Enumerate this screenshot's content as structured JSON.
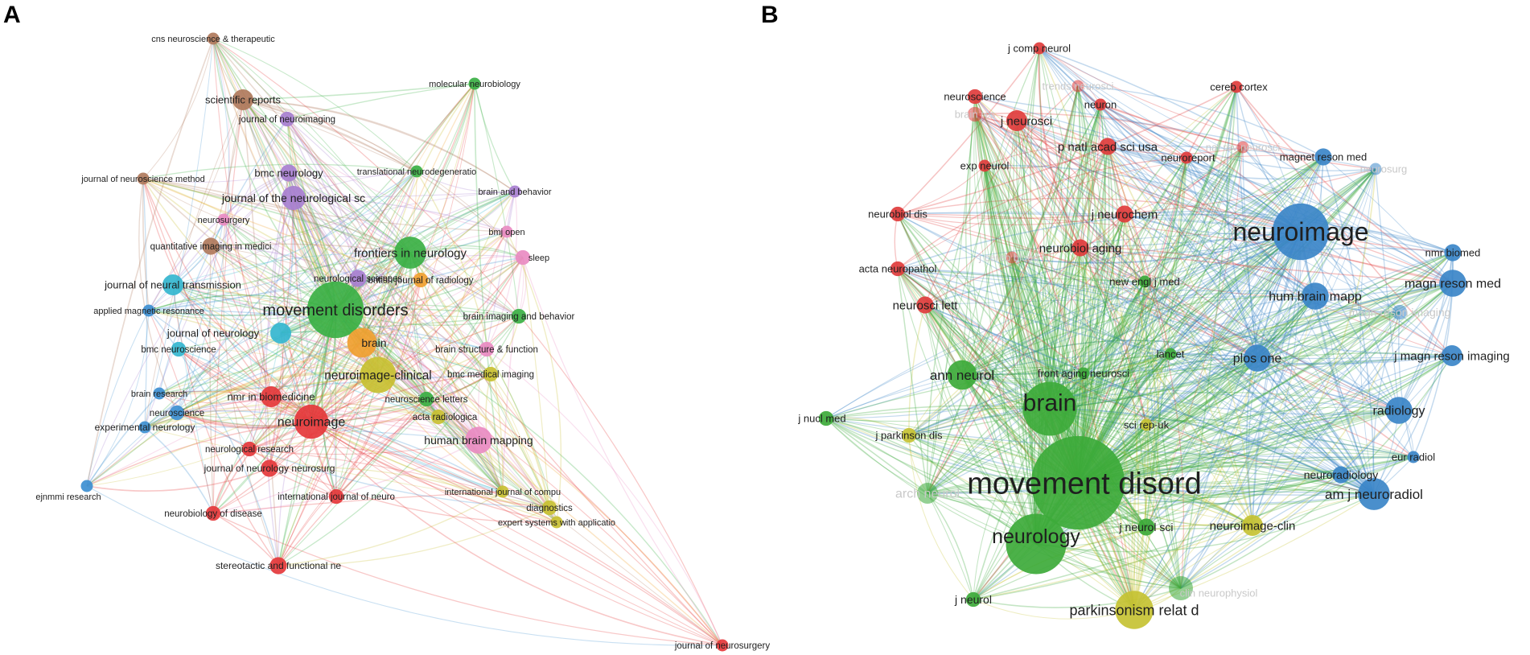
{
  "panels": [
    {
      "letter": "A",
      "colors": {
        "red": "#e5383b",
        "green": "#3bb044",
        "blue": "#3d8fd1",
        "yellow": "#c8c032",
        "purple": "#a77fd0",
        "cyan": "#34b6cf",
        "brown": "#b07a5c",
        "pink": "#e98bc2",
        "orange": "#f0a030",
        "ltgreen": "#8fd07a"
      },
      "nodes": [
        {
          "label": "cns neuroscience & therapeutic",
          "color": "brown",
          "w": 1
        },
        {
          "label": "molecular neurobiology",
          "color": "green",
          "w": 1
        },
        {
          "label": "scientific reports",
          "color": "brown",
          "w": 3
        },
        {
          "label": "journal of neuroimaging",
          "color": "purple",
          "w": 1.5
        },
        {
          "label": "translational neurodegeneratio",
          "color": "green",
          "w": 1
        },
        {
          "label": "bmc neurology",
          "color": "purple",
          "w": 2
        },
        {
          "label": "journal of neuroscience method",
          "color": "brown",
          "w": 1
        },
        {
          "label": "brain and behavior",
          "color": "purple",
          "w": 1
        },
        {
          "label": "journal of the neurological sc",
          "color": "purple",
          "w": 4
        },
        {
          "label": "neurosurgery",
          "color": "pink",
          "w": 1
        },
        {
          "label": "bmj open",
          "color": "pink",
          "w": 1
        },
        {
          "label": "quantitative imaging in medici",
          "color": "brown",
          "w": 2
        },
        {
          "label": "frontiers in neurology",
          "color": "green",
          "w": 7
        },
        {
          "label": "sleep",
          "color": "pink",
          "w": 1.5
        },
        {
          "label": "journal of neural transmission",
          "color": "cyan",
          "w": 3
        },
        {
          "label": "neurological sciences",
          "color": "purple",
          "w": 2
        },
        {
          "label": "british journal of radiology",
          "color": "orange",
          "w": 1.5
        },
        {
          "label": "applied magnetic resonance",
          "color": "blue",
          "w": 1
        },
        {
          "label": "movement disorders",
          "color": "green",
          "w": 22
        },
        {
          "label": "brain imaging and behavior",
          "color": "green",
          "w": 1.5
        },
        {
          "label": "journal of neurology",
          "color": "cyan",
          "w": 3
        },
        {
          "label": "brain",
          "color": "orange",
          "w": 6
        },
        {
          "label": "bmc neuroscience",
          "color": "cyan",
          "w": 1.5
        },
        {
          "label": "brain structure & function",
          "color": "pink",
          "w": 1.5
        },
        {
          "label": "neuroimage-clinical",
          "color": "yellow",
          "w": 9
        },
        {
          "label": "bmc medical imaging",
          "color": "yellow",
          "w": 1.5
        },
        {
          "label": "brain research",
          "color": "blue",
          "w": 1
        },
        {
          "label": "nmr in biomedicine",
          "color": "red",
          "w": 3
        },
        {
          "label": "neuroscience",
          "color": "blue",
          "w": 1.5
        },
        {
          "label": "neuroscience letters",
          "color": "green",
          "w": 1.5
        },
        {
          "label": "experimental neurology",
          "color": "blue",
          "w": 1
        },
        {
          "label": "acta radiologica",
          "color": "yellow",
          "w": 1.5
        },
        {
          "label": "neuroimage",
          "color": "red",
          "w": 8
        },
        {
          "label": "human brain mapping",
          "color": "pink",
          "w": 5
        },
        {
          "label": "neurological research",
          "color": "red",
          "w": 1.5
        },
        {
          "label": "journal of neurology neurosurg",
          "color": "red",
          "w": 2
        },
        {
          "label": "ejnmmi research",
          "color": "blue",
          "w": 1
        },
        {
          "label": "international journal of neuro",
          "color": "red",
          "w": 1.5
        },
        {
          "label": "international journal of compu",
          "color": "yellow",
          "w": 1
        },
        {
          "label": "neurobiology of disease",
          "color": "red",
          "w": 1.5
        },
        {
          "label": "diagnostics",
          "color": "yellow",
          "w": 1.5
        },
        {
          "label": "expert systems with applicatio",
          "color": "yellow",
          "w": 1
        },
        {
          "label": "stereotactic and functional ne",
          "color": "red",
          "w": 2
        },
        {
          "label": "journal of neurosurgery",
          "color": "red",
          "w": 1
        }
      ]
    },
    {
      "letter": "B",
      "colors": {
        "red": "#e03c3c",
        "green": "#3daa3a",
        "blue": "#3b86c8",
        "yellow": "#c6c233"
      },
      "nodes": [
        {
          "label": "j comp neurol",
          "color": "red",
          "w": 1,
          "faint": false
        },
        {
          "label": "trends neurosci",
          "color": "red",
          "w": 1,
          "faint": true
        },
        {
          "label": "cereb cortex",
          "color": "red",
          "w": 1,
          "faint": false
        },
        {
          "label": "neuroscience",
          "color": "red",
          "w": 1.5,
          "faint": false
        },
        {
          "label": "neuron",
          "color": "red",
          "w": 1,
          "faint": false
        },
        {
          "label": "brain res",
          "color": "red",
          "w": 1.5,
          "faint": true
        },
        {
          "label": "j neurosci",
          "color": "red",
          "w": 3,
          "faint": false
        },
        {
          "label": "p natl acad sci usa",
          "color": "red",
          "w": 2,
          "faint": false
        },
        {
          "label": "nat rev neurosci",
          "color": "red",
          "w": 1,
          "faint": true
        },
        {
          "label": "magnet reson med",
          "color": "blue",
          "w": 2,
          "faint": false
        },
        {
          "label": "neurosurg",
          "color": "blue",
          "w": 1,
          "faint": true
        },
        {
          "label": "exp neurol",
          "color": "red",
          "w": 1,
          "faint": false
        },
        {
          "label": "neuroreport",
          "color": "red",
          "w": 1,
          "faint": false
        },
        {
          "label": "neurobiol dis",
          "color": "red",
          "w": 1.5,
          "faint": false
        },
        {
          "label": "j neurochem",
          "color": "red",
          "w": 2,
          "faint": false
        },
        {
          "label": "neuroimage",
          "color": "blue",
          "w": 22,
          "faint": false
        },
        {
          "label": "neurobiol aging",
          "color": "red",
          "w": 2,
          "faint": false
        },
        {
          "label": "j cereb blood f",
          "color": "red",
          "w": 1,
          "faint": true
        },
        {
          "label": "nmr biomed",
          "color": "blue",
          "w": 2,
          "faint": false
        },
        {
          "label": "acta neuropathol",
          "color": "red",
          "w": 1.5,
          "faint": false
        },
        {
          "label": "new engl j med",
          "color": "green",
          "w": 1,
          "faint": false
        },
        {
          "label": "magn reson med",
          "color": "blue",
          "w": 5,
          "faint": false
        },
        {
          "label": "hum brain mapp",
          "color": "blue",
          "w": 5,
          "faint": false
        },
        {
          "label": "neurosci lett",
          "color": "red",
          "w": 2,
          "faint": false
        },
        {
          "label": "magn reson imaging",
          "color": "blue",
          "w": 1.5,
          "faint": true
        },
        {
          "label": "lancet",
          "color": "green",
          "w": 1,
          "faint": false
        },
        {
          "label": "plos one",
          "color": "blue",
          "w": 5,
          "faint": false
        },
        {
          "label": "j magn reson imaging",
          "color": "blue",
          "w": 3,
          "faint": false
        },
        {
          "label": "ann neurol",
          "color": "green",
          "w": 6,
          "faint": false
        },
        {
          "label": "front aging neurosci",
          "color": "green",
          "w": 1,
          "faint": false
        },
        {
          "label": "brain",
          "color": "green",
          "w": 20,
          "faint": false
        },
        {
          "label": "radiology",
          "color": "blue",
          "w": 5,
          "faint": false
        },
        {
          "label": "j nucl med",
          "color": "green",
          "w": 1.5,
          "faint": false
        },
        {
          "label": "sci rep-uk",
          "color": "yellow",
          "w": 1,
          "faint": false
        },
        {
          "label": "j parkinson dis",
          "color": "yellow",
          "w": 1.5,
          "faint": false
        },
        {
          "label": "eur radiol",
          "color": "blue",
          "w": 1,
          "faint": false
        },
        {
          "label": "movement disord",
          "color": "green",
          "w": 60,
          "faint": false
        },
        {
          "label": "neuroradiology",
          "color": "blue",
          "w": 2,
          "faint": false
        },
        {
          "label": "arch neurol",
          "color": "green",
          "w": 3,
          "faint": true
        },
        {
          "label": "am j neuroradiol",
          "color": "blue",
          "w": 7,
          "faint": false
        },
        {
          "label": "neuroimage-clin",
          "color": "yellow",
          "w": 3,
          "faint": false
        },
        {
          "label": "j neurol sci",
          "color": "green",
          "w": 2,
          "faint": false
        },
        {
          "label": "neurology",
          "color": "green",
          "w": 25,
          "faint": false
        },
        {
          "label": "j neurol",
          "color": "green",
          "w": 1.5,
          "faint": false
        },
        {
          "label": "parkinsonism relat d",
          "color": "yellow",
          "w": 10,
          "faint": false
        },
        {
          "label": "clin neurophysiol",
          "color": "green",
          "w": 4,
          "faint": true
        }
      ]
    }
  ]
}
